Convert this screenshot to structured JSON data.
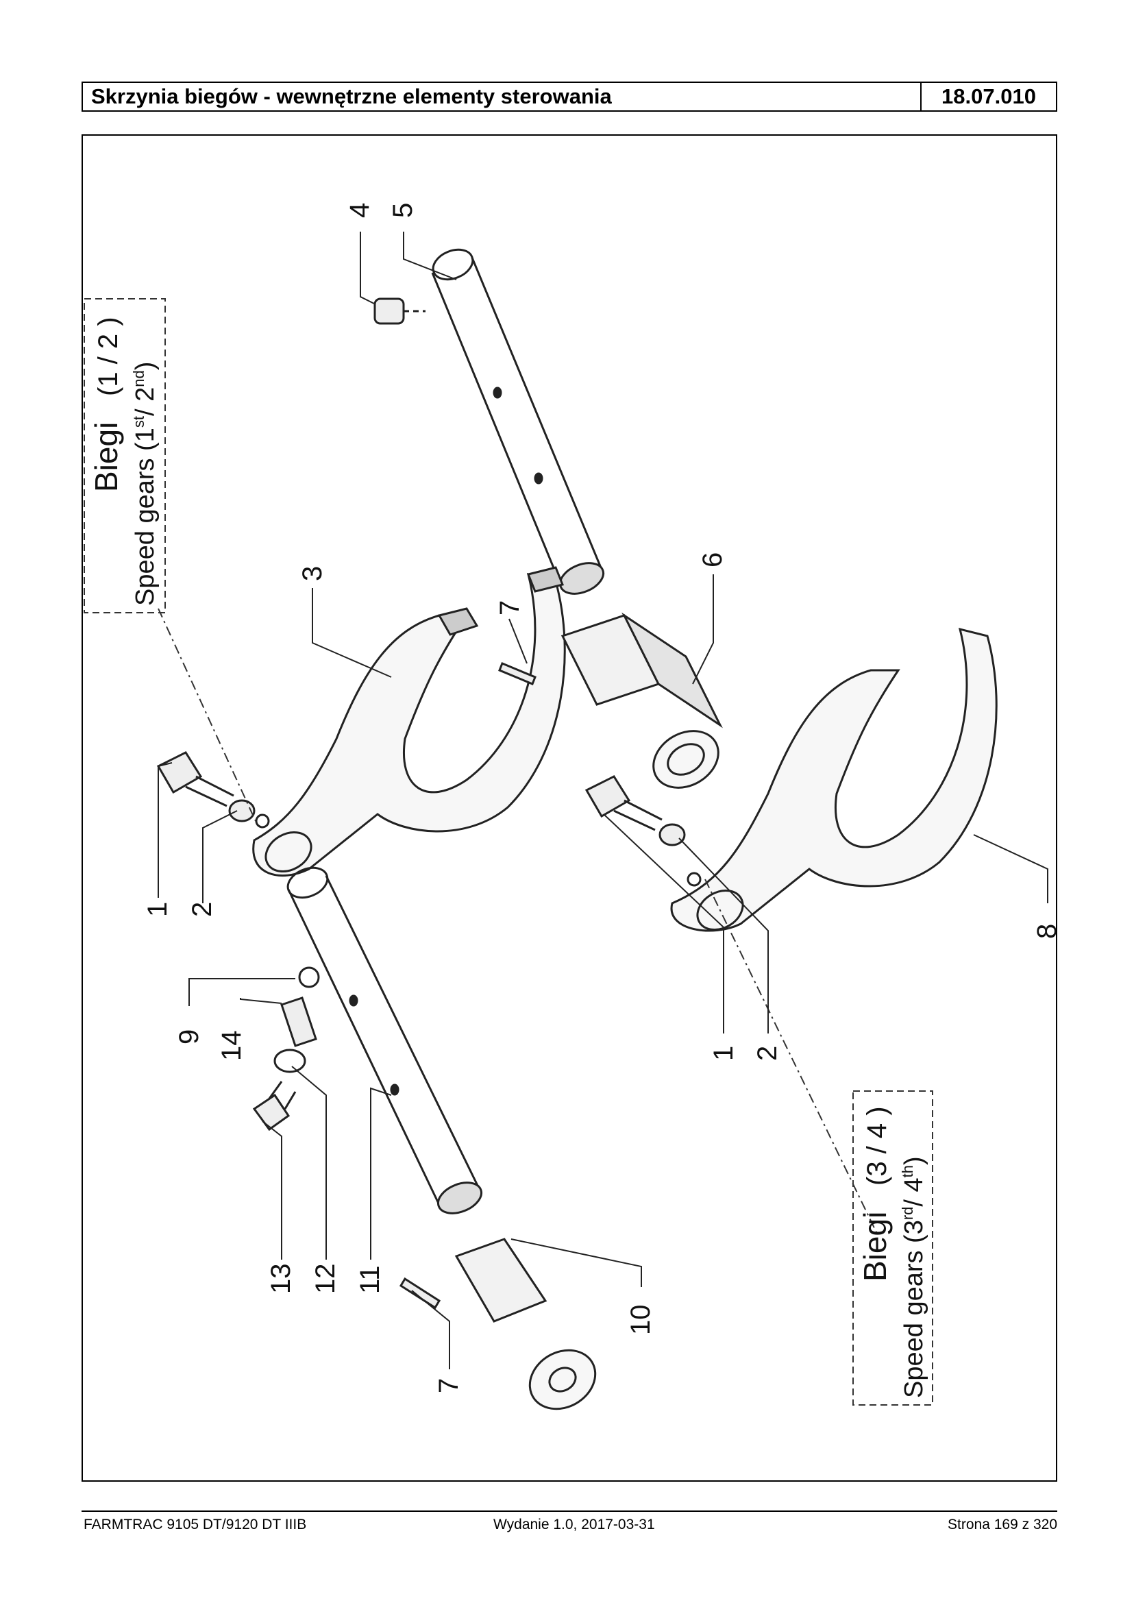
{
  "header": {
    "title": "Skrzynia biegów - wewnętrzne elementy sterowania",
    "code": "18.07.010"
  },
  "drawing": {
    "box_a": {
      "line1": "Biegi",
      "line1b": "(1 / 2 )",
      "line2": "Speed gears (1",
      "sup1": "st",
      "mid": "/ 2",
      "sup2": "nd",
      "end": ")"
    },
    "box_b": {
      "line1": "Biegi",
      "line1b": "(3 / 4 )",
      "line2": "Speed gears (3",
      "sup1": "rd",
      "mid": "/ 4",
      "sup2": "th",
      "end": ")"
    },
    "callouts": [
      "4",
      "5",
      "3",
      "7",
      "6",
      "1",
      "2",
      "8",
      "9",
      "14",
      "1",
      "2",
      "13",
      "12",
      "11",
      "10",
      "7"
    ]
  },
  "footer": {
    "left": "FARMTRAC 9105 DT/9120 DT IIIB",
    "center": "Wydanie 1.0,  2017-03-31",
    "right": "Strona 169 z 320"
  }
}
